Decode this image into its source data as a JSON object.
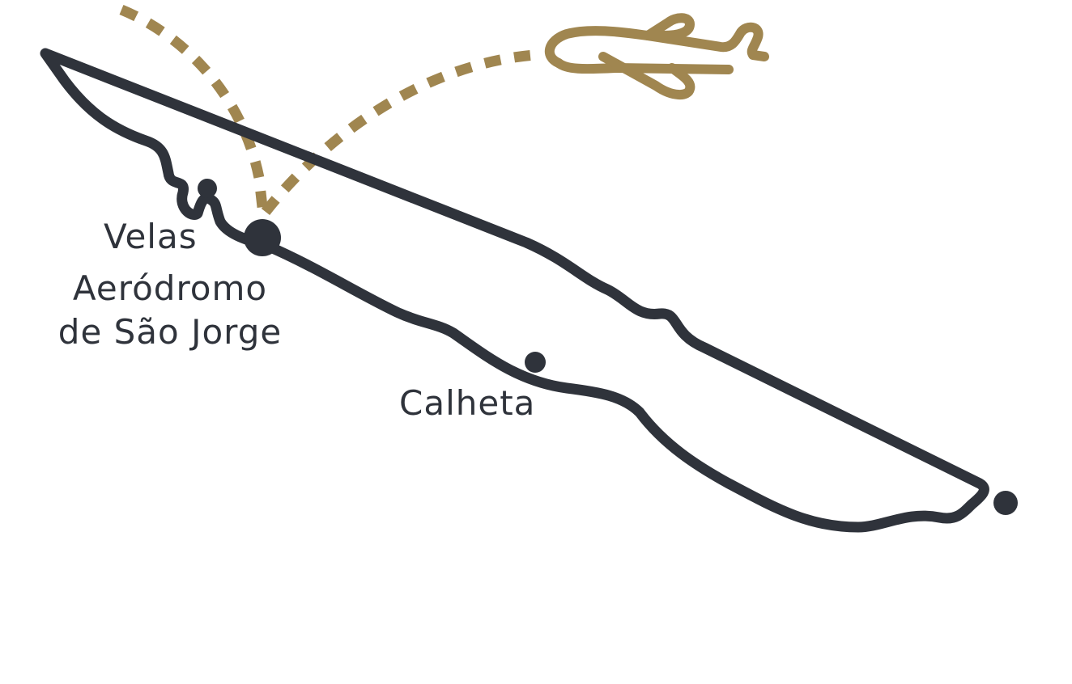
{
  "colors": {
    "island_outline": "#2f333b",
    "route": "#a08650",
    "label_text": "#2f333b",
    "background": "#ffffff"
  },
  "icons": {
    "plane": "airplane-icon",
    "route": "dotted-flight-path"
  },
  "places": {
    "velas": {
      "name": "Velas"
    },
    "airport": {
      "line1": "Aeródromo",
      "line2": "de São Jorge"
    },
    "calheta": {
      "name": "Calheta"
    }
  }
}
